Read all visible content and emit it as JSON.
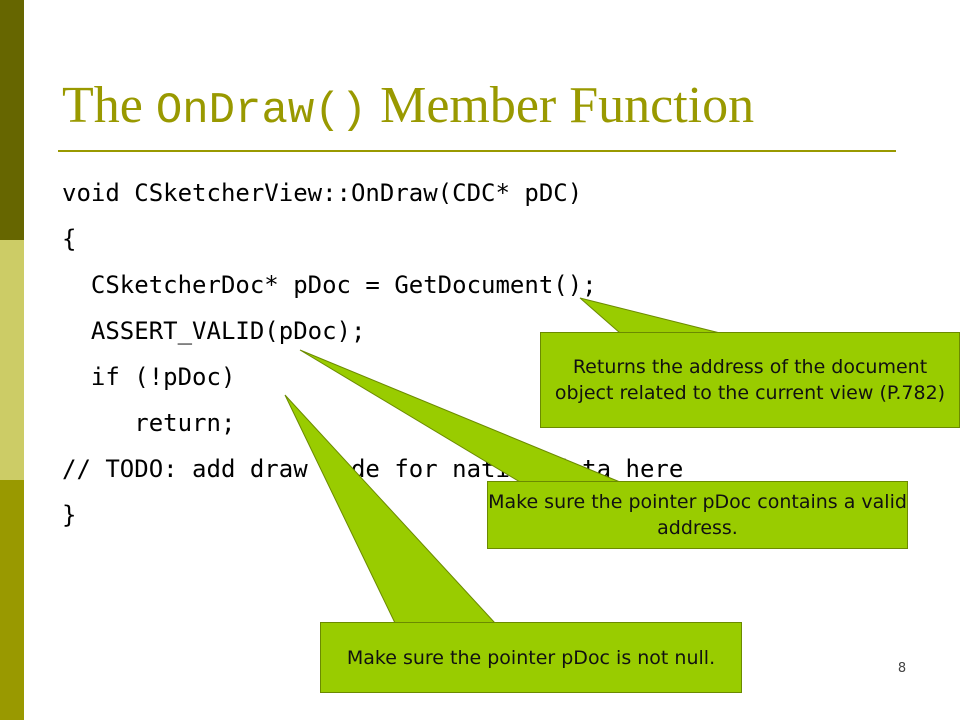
{
  "slide": {
    "title_pre": "The ",
    "title_code": "OnDraw()",
    "title_post": " Member Function",
    "code_lines": [
      "void CSketcherView::OnDraw(CDC* pDC)",
      "{",
      "  CSketcherDoc* pDoc = GetDocument();",
      "  ASSERT_VALID(pDoc);",
      "  if (!pDoc)",
      "     return;",
      "// TODO: add draw code for native data here",
      "}"
    ],
    "callouts": [
      "Returns the address of the document object related to the current view (P.782)",
      "Make sure the pointer pDoc contains a valid address.",
      "Make sure the pointer pDoc is not null."
    ],
    "page_number": "8"
  },
  "colors": {
    "bar_dark": "#666600",
    "bar_light": "#cccc66",
    "bar_mid": "#999900",
    "title": "#999900",
    "rule": "#999900",
    "callout_fill": "#99cc00"
  }
}
